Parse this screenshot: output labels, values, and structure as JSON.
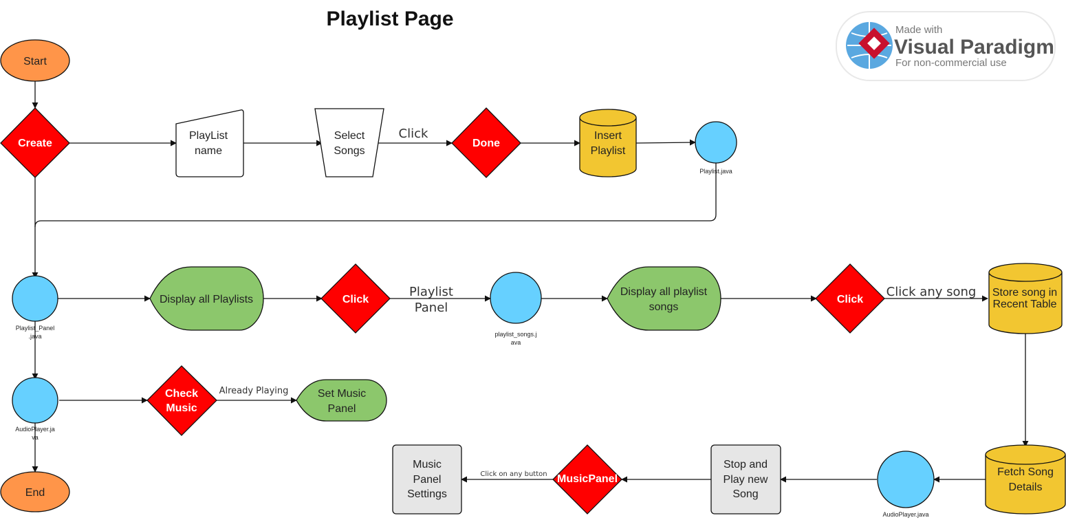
{
  "title": "Playlist Page",
  "watermark": {
    "line1": "Made with",
    "line2": "Visual Paradigm",
    "line3": "For non-commercial use"
  },
  "nodes": {
    "start": "Start",
    "create": "Create",
    "playlist_name": [
      "PlayList",
      "name"
    ],
    "select_songs": [
      "Select",
      "Songs"
    ],
    "done": "Done",
    "insert_playlist": [
      "Insert",
      "Playlist"
    ],
    "playlist_java": "Playlist.java",
    "playlist_panel_java": [
      "Playlist_Panel",
      ".java"
    ],
    "display_all_playlists": "Display all Playlists",
    "click_1": "Click",
    "playlist_songs_java": [
      "playlist_songs.j",
      "ava"
    ],
    "display_all_playlist_songs": [
      "Display all playlist",
      "songs"
    ],
    "click_2": "Click",
    "store_song": [
      "Store song in",
      "Recent Table"
    ],
    "audioplayer_java_1": [
      "AudioPlayer.ja",
      "va"
    ],
    "check_music": [
      "Check",
      "Music"
    ],
    "set_music_panel": [
      "Set Music",
      "Panel"
    ],
    "end": "End",
    "fetch_song_details": [
      "Fetch Song",
      "Details"
    ],
    "audioplayer_java_2": "AudioPlayer.java",
    "stop_and_play": [
      "Stop and",
      "Play new",
      "Song"
    ],
    "music_panel_diamond": "MusicPanel",
    "music_panel_settings": [
      "Music",
      "Panel",
      "Settings"
    ]
  },
  "edge_labels": {
    "click_top": "Click",
    "playlist_panel": [
      "Playlist",
      "Panel"
    ],
    "click_any_song": "Click any song",
    "already_playing": "Already Playing",
    "click_on_any_button": "Click on any button"
  },
  "colors": {
    "orange": "#FF9549",
    "red": "#FF0000",
    "yellow": "#F2C631",
    "blue": "#66D0FF",
    "green": "#8CC76C",
    "gray": "#E6E6E6",
    "white": "#FFFFFF",
    "stroke": "#111111"
  }
}
